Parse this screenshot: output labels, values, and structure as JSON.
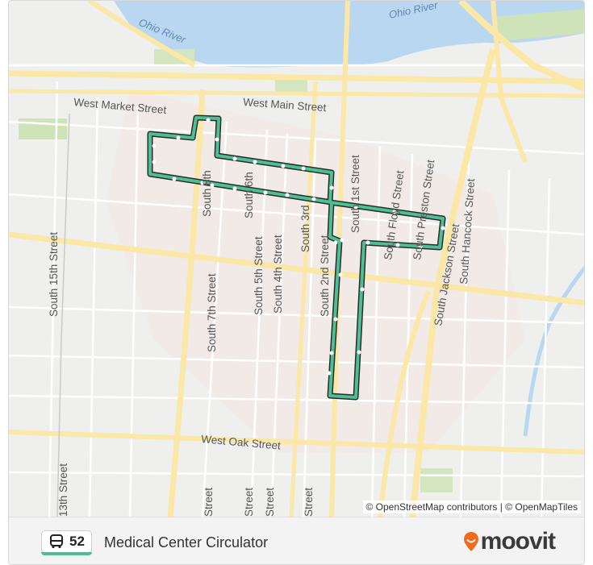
{
  "map": {
    "water_labels": [
      "Ohio River",
      "Ohio River"
    ],
    "street_labels": [
      "West Market Street",
      "West Main Street",
      "West Oak Street",
      "South 15th Street",
      "South 8th",
      "South 7th Street",
      "South 6th",
      "South 5th Street",
      "South 4th Street",
      "South 3rd",
      "South 2nd Street",
      "South 1st Street",
      "South Floyd Street",
      "South Preston Street",
      "South Jackson Street",
      "South Hancock Street",
      "13th Street",
      "Street",
      "Street",
      "Street",
      "Street"
    ],
    "route_color": "#4dbf94",
    "attribution": {
      "osm": "© OpenStreetMap contributors",
      "separator": "|",
      "tiles": "© OpenMapTiles"
    }
  },
  "footer": {
    "route_number": "52",
    "route_name": "Medical Center Circulator",
    "brand": "moovit",
    "brand_color": "#f26b1d",
    "bus_icon": "bus-icon",
    "brand_icon": "map-pin-icon"
  }
}
